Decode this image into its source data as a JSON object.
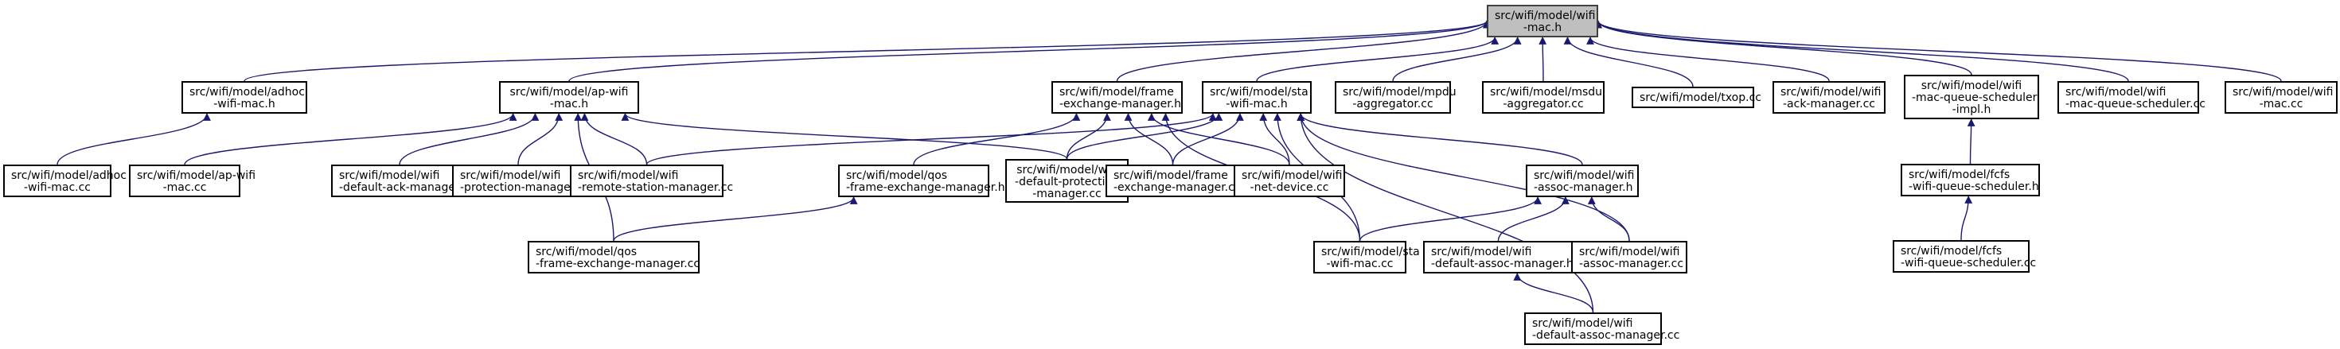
{
  "diagram": {
    "title": "src/wifi/model/wifi-mac.h include dependency graph",
    "edge_color": "#191970",
    "root_fill": "#bfbfbf",
    "nodes": [
      {
        "id": "root",
        "label": "src/wifi/model/wifi\n-mac.h",
        "root": true,
        "align": "center"
      },
      {
        "id": "adhoc_h",
        "label": "src/wifi/model/adhoc\n-wifi-mac.h",
        "align": "center"
      },
      {
        "id": "ap_h",
        "label": "src/wifi/model/ap-wifi\n-mac.h",
        "align": "center"
      },
      {
        "id": "fem_h",
        "label": "src/wifi/model/frame\n-exchange-manager.h",
        "align": "left"
      },
      {
        "id": "sta_h",
        "label": "src/wifi/model/sta\n-wifi-mac.h",
        "align": "center"
      },
      {
        "id": "mpdu_cc",
        "label": "src/wifi/model/mpdu\n-aggregator.cc",
        "align": "center"
      },
      {
        "id": "msdu_cc",
        "label": "src/wifi/model/msdu\n-aggregator.cc",
        "align": "center"
      },
      {
        "id": "txop_cc",
        "label": "src/wifi/model/txop.cc",
        "align": "center"
      },
      {
        "id": "ack_cc",
        "label": "src/wifi/model/wifi\n-ack-manager.cc",
        "align": "center"
      },
      {
        "id": "mqs_impl_h",
        "label": "src/wifi/model/wifi\n-mac-queue-scheduler\n-impl.h",
        "align": "center"
      },
      {
        "id": "mqs_cc",
        "label": "src/wifi/model/wifi\n-mac-queue-scheduler.cc",
        "align": "left"
      },
      {
        "id": "wifimac_cc",
        "label": "src/wifi/model/wifi\n-mac.cc",
        "align": "center"
      },
      {
        "id": "adhoc_cc",
        "label": "src/wifi/model/adhoc\n-wifi-mac.cc",
        "align": "center"
      },
      {
        "id": "ap_cc",
        "label": "src/wifi/model/ap-wifi\n-mac.cc",
        "align": "center"
      },
      {
        "id": "dack_cc",
        "label": "src/wifi/model/wifi\n-default-ack-manager.cc",
        "align": "left"
      },
      {
        "id": "prot_cc",
        "label": "src/wifi/model/wifi\n-protection-manager.cc",
        "align": "left"
      },
      {
        "id": "rsm_cc",
        "label": "src/wifi/model/wifi\n-remote-station-manager.cc",
        "align": "left"
      },
      {
        "id": "qos_h",
        "label": "src/wifi/model/qos\n-frame-exchange-manager.h",
        "align": "left"
      },
      {
        "id": "dprot_cc",
        "label": "src/wifi/model/wifi\n-default-protection\n-manager.cc",
        "align": "center"
      },
      {
        "id": "fem_cc",
        "label": "src/wifi/model/frame\n-exchange-manager.cc",
        "align": "left"
      },
      {
        "id": "netdev_cc",
        "label": "src/wifi/model/wifi\n-net-device.cc",
        "align": "center"
      },
      {
        "id": "assoc_h",
        "label": "src/wifi/model/wifi\n-assoc-manager.h",
        "align": "center"
      },
      {
        "id": "fcfs_h",
        "label": "src/wifi/model/fcfs\n-wifi-queue-scheduler.h",
        "align": "left"
      },
      {
        "id": "qos_cc",
        "label": "src/wifi/model/qos\n-frame-exchange-manager.cc",
        "align": "left"
      },
      {
        "id": "sta_cc",
        "label": "src/wifi/model/sta\n-wifi-mac.cc",
        "align": "center"
      },
      {
        "id": "dassoc_h",
        "label": "src/wifi/model/wifi\n-default-assoc-manager.h",
        "align": "left"
      },
      {
        "id": "assoc_cc",
        "label": "src/wifi/model/wifi\n-assoc-manager.cc",
        "align": "left"
      },
      {
        "id": "fcfs_cc",
        "label": "src/wifi/model/fcfs\n-wifi-queue-scheduler.cc",
        "align": "left"
      },
      {
        "id": "dassoc_cc",
        "label": "src/wifi/model/wifi\n-default-assoc-manager.cc",
        "align": "left"
      }
    ],
    "edges": [
      [
        "adhoc_h",
        "root"
      ],
      [
        "ap_h",
        "root"
      ],
      [
        "fem_h",
        "root"
      ],
      [
        "sta_h",
        "root"
      ],
      [
        "mpdu_cc",
        "root"
      ],
      [
        "msdu_cc",
        "root"
      ],
      [
        "txop_cc",
        "root"
      ],
      [
        "ack_cc",
        "root"
      ],
      [
        "mqs_impl_h",
        "root"
      ],
      [
        "mqs_cc",
        "root"
      ],
      [
        "wifimac_cc",
        "root"
      ],
      [
        "adhoc_cc",
        "adhoc_h"
      ],
      [
        "ap_cc",
        "ap_h"
      ],
      [
        "dack_cc",
        "ap_h"
      ],
      [
        "prot_cc",
        "ap_h"
      ],
      [
        "rsm_cc",
        "ap_h"
      ],
      [
        "dprot_cc",
        "ap_h"
      ],
      [
        "qos_cc",
        "ap_h"
      ],
      [
        "qos_h",
        "fem_h"
      ],
      [
        "dprot_cc",
        "fem_h"
      ],
      [
        "fem_cc",
        "fem_h"
      ],
      [
        "netdev_cc",
        "fem_h"
      ],
      [
        "sta_cc",
        "fem_h"
      ],
      [
        "rsm_cc",
        "sta_h"
      ],
      [
        "dprot_cc",
        "sta_h"
      ],
      [
        "fem_cc",
        "sta_h"
      ],
      [
        "netdev_cc",
        "sta_h"
      ],
      [
        "assoc_h",
        "sta_h"
      ],
      [
        "sta_cc",
        "sta_h"
      ],
      [
        "assoc_cc",
        "sta_h"
      ],
      [
        "dassoc_cc",
        "sta_h"
      ],
      [
        "qos_cc",
        "qos_h"
      ],
      [
        "sta_cc",
        "assoc_h"
      ],
      [
        "dassoc_h",
        "assoc_h"
      ],
      [
        "assoc_cc",
        "assoc_h"
      ],
      [
        "dassoc_cc",
        "dassoc_h"
      ],
      [
        "fcfs_h",
        "mqs_impl_h"
      ],
      [
        "fcfs_cc",
        "fcfs_h"
      ]
    ]
  }
}
